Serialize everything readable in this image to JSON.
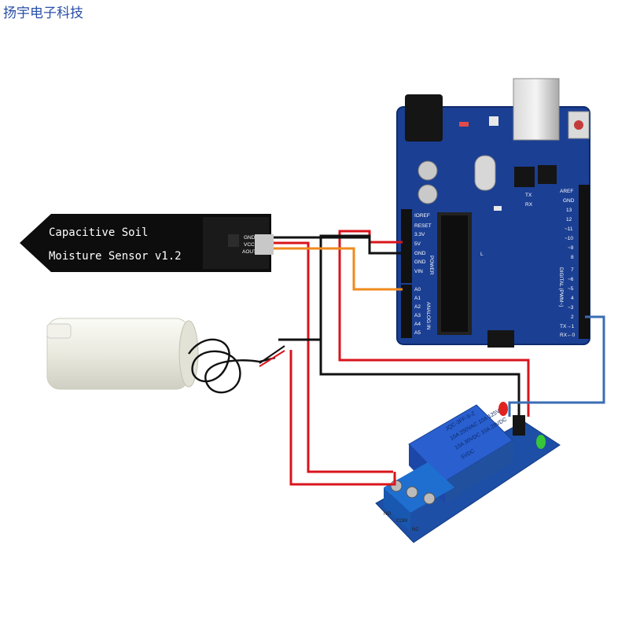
{
  "watermark": "扬宇电子科技",
  "sensor": {
    "line1": "Capacitive Soil",
    "line2": "Moisture Sensor v1.2",
    "pins": [
      "GND",
      "VCC",
      "AOUT"
    ]
  },
  "arduino": {
    "power_header": [
      "IOREF",
      "RESET",
      "3.3V",
      "5V",
      "GND",
      "GND",
      "VIN"
    ],
    "power_label": "POWER",
    "analog_header": [
      "A0",
      "A1",
      "A2",
      "A3",
      "A4",
      "A5"
    ],
    "analog_label": "ANALOG IN",
    "digital_header": [
      "AREF",
      "GND",
      "13",
      "12",
      "~11",
      "~10",
      "~9",
      "8",
      "7",
      "~6",
      "~5",
      "4",
      "~3",
      "2",
      "TX→1",
      "RX←0"
    ],
    "digital_label": "DIGITAL (PWM~)",
    "tx_label": "TX",
    "rx_label": "RX",
    "l_label": "L"
  },
  "relay": {
    "brand": "JQC-3FF-S-Z",
    "spec1": "10A 250VAC 10A 125VAC",
    "spec2": "10A 30VDC 10A 28VDC",
    "coil": "5VDC",
    "terminals": [
      "NO",
      "COM",
      "NC"
    ]
  },
  "wire_colors": {
    "red": "#d9141b",
    "black": "#111111",
    "orange": "#f08a1c",
    "blue": "#3a6db5"
  }
}
